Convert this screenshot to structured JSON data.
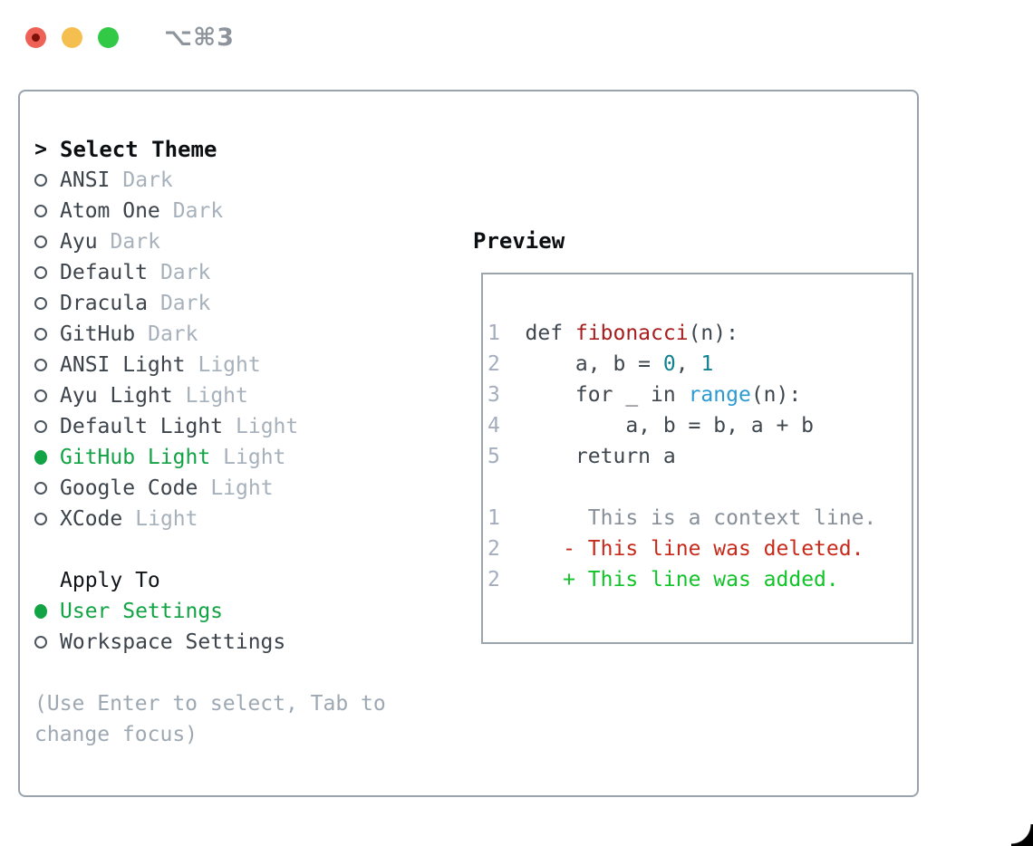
{
  "window": {
    "shortcut_label": "⌥⌘3",
    "traffic_lights": [
      "close",
      "minimize",
      "zoom"
    ]
  },
  "theme_panel": {
    "header": {
      "cursor": ">",
      "label": "Select Theme"
    },
    "themes": [
      {
        "name": "ANSI",
        "variant": "Dark",
        "selected": false
      },
      {
        "name": "Atom One",
        "variant": "Dark",
        "selected": false
      },
      {
        "name": "Ayu",
        "variant": "Dark",
        "selected": false
      },
      {
        "name": "Default",
        "variant": "Dark",
        "selected": false
      },
      {
        "name": "Dracula",
        "variant": "Dark",
        "selected": false
      },
      {
        "name": "GitHub",
        "variant": "Dark",
        "selected": false
      },
      {
        "name": "ANSI Light",
        "variant": "Light",
        "selected": false
      },
      {
        "name": "Ayu Light",
        "variant": "Light",
        "selected": false
      },
      {
        "name": "Default Light",
        "variant": "Light",
        "selected": false
      },
      {
        "name": "GitHub Light",
        "variant": "Light",
        "selected": true
      },
      {
        "name": "Google Code",
        "variant": "Light",
        "selected": false
      },
      {
        "name": "XCode",
        "variant": "Light",
        "selected": false
      }
    ],
    "apply_to": {
      "label": "Apply To",
      "options": [
        {
          "label": "User Settings",
          "selected": true
        },
        {
          "label": "Workspace Settings",
          "selected": false
        }
      ]
    },
    "hint_lines": [
      "(Use Enter to select, Tab to",
      "change focus)"
    ]
  },
  "preview": {
    "header": "Preview",
    "code_lines": [
      {
        "num": "1",
        "segments": [
          {
            "text": "def ",
            "type": "plain"
          },
          {
            "text": "fibonacci",
            "type": "function"
          },
          {
            "text": "(n):",
            "type": "plain"
          }
        ]
      },
      {
        "num": "2",
        "segments": [
          {
            "text": "    a, b = ",
            "type": "plain"
          },
          {
            "text": "0",
            "type": "number"
          },
          {
            "text": ", ",
            "type": "plain"
          },
          {
            "text": "1",
            "type": "number"
          }
        ]
      },
      {
        "num": "3",
        "segments": [
          {
            "text": "    for _ in ",
            "type": "plain"
          },
          {
            "text": "range",
            "type": "builtin"
          },
          {
            "text": "(n):",
            "type": "plain"
          }
        ]
      },
      {
        "num": "4",
        "segments": [
          {
            "text": "        a, b = b, a + b",
            "type": "plain"
          }
        ]
      },
      {
        "num": "5",
        "segments": [
          {
            "text": "    return a",
            "type": "plain"
          }
        ]
      }
    ],
    "diff_lines": [
      {
        "num": "1",
        "marker": " ",
        "text": "This is a context line.",
        "type": "context"
      },
      {
        "num": "2",
        "marker": "-",
        "text": "This line was deleted.",
        "type": "deleted"
      },
      {
        "num": "2",
        "marker": "+",
        "text": "This line was added.",
        "type": "added"
      }
    ]
  },
  "colors": {
    "selected_green": "#12a344",
    "function_red": "#a81d1d",
    "number_teal": "#10818e",
    "builtin_blue": "#2b9ad1",
    "diff_deleted_red": "#c7291b",
    "diff_added_green": "#12c32a",
    "diff_context_gray": "#878f98",
    "line_number_gray": "#a3adbe",
    "panel_border_gray": "#9aa3ac"
  }
}
